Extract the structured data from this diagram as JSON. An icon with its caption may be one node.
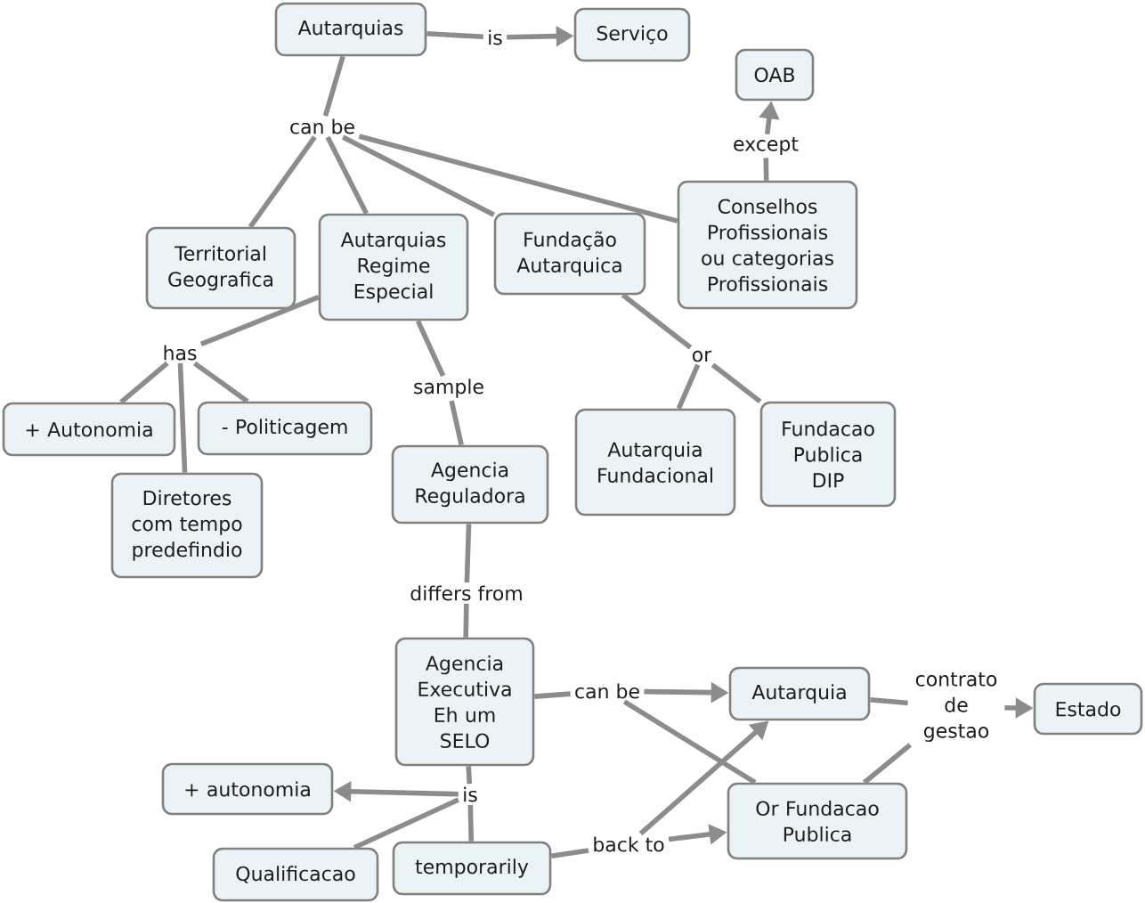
{
  "diagram": {
    "nodes": [
      {
        "text": [
          "Autarquias"
        ]
      },
      {
        "text": [
          "is"
        ]
      },
      {
        "text": [
          "Serviço"
        ]
      },
      {
        "text": [
          "OAB"
        ]
      },
      {
        "text": [
          "can be"
        ]
      },
      {
        "text": [
          "except"
        ]
      },
      {
        "text": [
          "Territorial Geografica"
        ]
      },
      {
        "text": [
          "Autarquias Regime Especial"
        ]
      },
      {
        "text": [
          "Fundação Autarquica"
        ]
      },
      {
        "text": [
          "Conselhos Profissionais ou categorias Profissionais"
        ]
      },
      {
        "text": [
          "has"
        ]
      },
      {
        "text": [
          "sample"
        ]
      },
      {
        "text": [
          "or"
        ]
      },
      {
        "text": [
          "+ Autonomia"
        ]
      },
      {
        "text": [
          "- Politicagem"
        ]
      },
      {
        "text": [
          "Autarquia Fundacional"
        ]
      },
      {
        "text": [
          "Fundacao Publica DIP"
        ]
      },
      {
        "text": [
          "Diretores com tempo predefindio"
        ]
      },
      {
        "text": [
          "Agencia Reguladora"
        ]
      },
      {
        "text": [
          "differs from"
        ]
      },
      {
        "text": [
          "Agencia Executiva Eh um SELO"
        ]
      },
      {
        "text": [
          "can be"
        ]
      },
      {
        "text": [
          "Autarquia"
        ]
      },
      {
        "text": [
          "contrato de gestao"
        ]
      },
      {
        "text": [
          "Estado"
        ]
      },
      {
        "text": [
          "+ autonomia"
        ]
      },
      {
        "text": [
          "is"
        ]
      },
      {
        "text": [
          "Or Fundacao Publica"
        ]
      },
      {
        "text": [
          "Qualificacao"
        ]
      },
      {
        "text": [
          "temporarily"
        ]
      },
      {
        "text": [
          "back to"
        ]
      }
    ],
    "edges": [
      {
        "from": 0,
        "to": 1,
        "arrow": "none"
      },
      {
        "from": 1,
        "to": 2,
        "arrow": "to"
      },
      {
        "from": 0,
        "to": 4,
        "arrow": "none"
      },
      {
        "from": 4,
        "to": 6,
        "arrow": "none"
      },
      {
        "from": 4,
        "to": 7,
        "arrow": "none"
      },
      {
        "from": 4,
        "to": 8,
        "arrow": "none"
      },
      {
        "from": 4,
        "to": 9,
        "arrow": "none"
      },
      {
        "from": 9,
        "to": 5,
        "arrow": "none"
      },
      {
        "from": 5,
        "to": 3,
        "arrow": "to"
      },
      {
        "from": 7,
        "to": 10,
        "arrow": "none"
      },
      {
        "from": 10,
        "to": 13,
        "arrow": "none"
      },
      {
        "from": 10,
        "to": 17,
        "arrow": "none"
      },
      {
        "from": 10,
        "to": 14,
        "arrow": "none"
      },
      {
        "from": 7,
        "to": 11,
        "arrow": "none"
      },
      {
        "from": 11,
        "to": 18,
        "arrow": "none"
      },
      {
        "from": 8,
        "to": 12,
        "arrow": "none"
      },
      {
        "from": 12,
        "to": 15,
        "arrow": "none"
      },
      {
        "from": 12,
        "to": 16,
        "arrow": "none"
      },
      {
        "from": 18,
        "to": 19,
        "arrow": "none"
      },
      {
        "from": 19,
        "to": 20,
        "arrow": "none"
      },
      {
        "from": 20,
        "to": 21,
        "arrow": "none"
      },
      {
        "from": 21,
        "to": 22,
        "arrow": "to"
      },
      {
        "from": 21,
        "to": 27,
        "arrow": "none"
      },
      {
        "from": 20,
        "to": 26,
        "arrow": "none"
      },
      {
        "from": 26,
        "to": 25,
        "arrow": "to"
      },
      {
        "from": 26,
        "to": 28,
        "arrow": "none"
      },
      {
        "from": 26,
        "to": 29,
        "arrow": "none"
      },
      {
        "from": 29,
        "to": 30,
        "arrow": "none"
      },
      {
        "from": 30,
        "to": 27,
        "arrow": "to"
      },
      {
        "from": 30,
        "to": 22,
        "arrow": "to"
      },
      {
        "from": 22,
        "to": 23,
        "arrow": "none"
      },
      {
        "from": 27,
        "to": 23,
        "arrow": "none"
      },
      {
        "from": 23,
        "to": 24,
        "arrow": "to"
      }
    ]
  }
}
